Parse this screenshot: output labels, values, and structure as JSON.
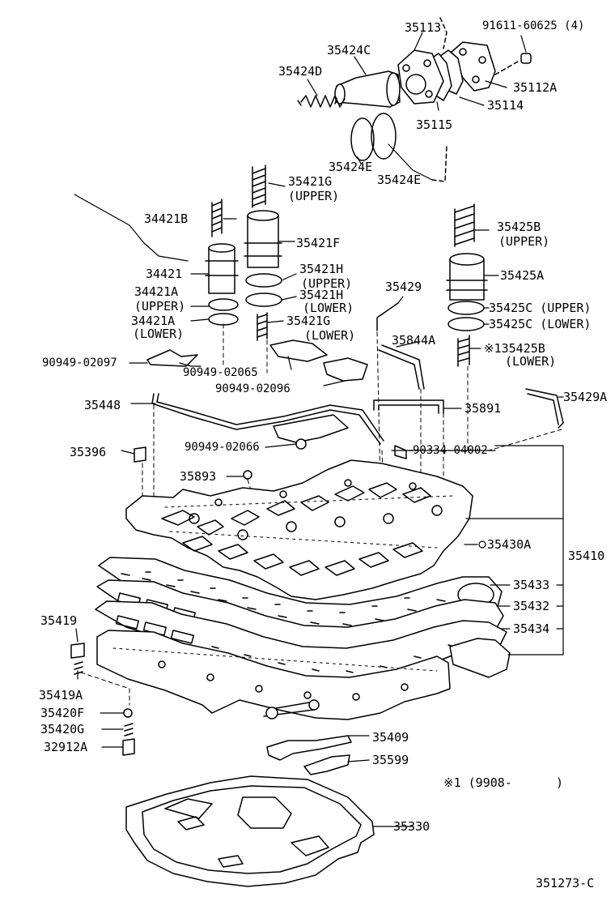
{
  "labels": {
    "p35113": "35113",
    "p91611": "91611-60625 (4)",
    "p35424C": "35424C",
    "p35424D": "35424D",
    "p35112A": "35112A",
    "p35114": "35114",
    "p35115": "35115",
    "p35424E_a": "35424E",
    "p35424E_b": "35424E",
    "p35421G": "35421G",
    "p35421G_upper": "(UPPER)",
    "p34421B": "34421B",
    "p35425B": "35425B",
    "p35425B_upper": "(UPPER)",
    "p35421F": "35421F",
    "p34421": "34421",
    "p35421H_a": "35421H",
    "p35421H_upper": "(UPPER)",
    "p35425A": "35425A",
    "p34421A_a": "34421A",
    "p35429": "35429",
    "p35421H_b": "35421H",
    "p34421A_upper": "(UPPER)",
    "p35421H_lower": "(LOWER)",
    "p35425C_a": "35425C (UPPER)",
    "p34421A_b": "34421A",
    "p35421G_b": "35421G",
    "p35425C_b": "35425C (LOWER)",
    "p34421A_lower": "(LOWER)",
    "p35421G_lower": "(LOWER)",
    "p35844A": "35844A",
    "p35425B_b": "※135425B",
    "p35425B_lower": "(LOWER)",
    "p90949_02097": "90949-02097",
    "p90949_02065": "90949-02065",
    "p90949_02096": "90949-02096",
    "p35429A": "35429A",
    "p35448": "35448",
    "p35891": "35891",
    "p90949_02066": "90949-02066",
    "p35396": "35396",
    "p90334": "90334-04002",
    "p35893": "35893",
    "p35430A": "35430A",
    "p35410": "35410",
    "p35433": "35433",
    "p35432": "35432",
    "p35419": "35419",
    "p35434": "35434",
    "p35419A": "35419A",
    "p35420F": "35420F",
    "p35420G": "35420G",
    "p35409": "35409",
    "p32912A": "32912A",
    "p35599": "35599",
    "note": "※1 (9908-      )",
    "p35330": "35330",
    "diagram_id": "351273-C"
  }
}
